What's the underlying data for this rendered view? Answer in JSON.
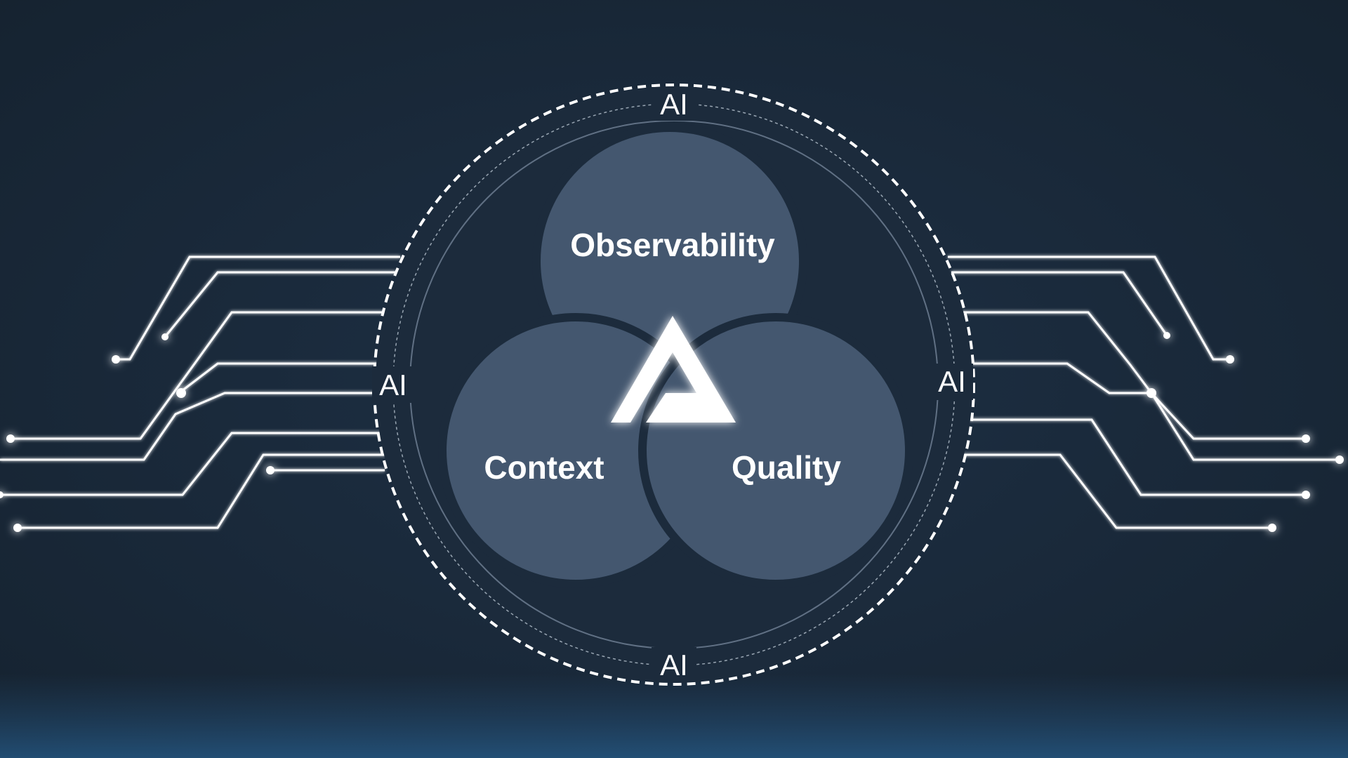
{
  "diagram": {
    "ring_labels": [
      "AI",
      "AI",
      "AI",
      "AI"
    ],
    "venn": {
      "top_label": "Observability",
      "left_label": "Context",
      "right_label": "Quality"
    },
    "center_mark": "triangle-logo-icon"
  },
  "colors": {
    "background": "#1a2a3d",
    "background_glow": "#2b5f8f",
    "circle_fill": "#44576f",
    "inner_disc": "#1c2b3c",
    "lines": "#ffffff"
  }
}
